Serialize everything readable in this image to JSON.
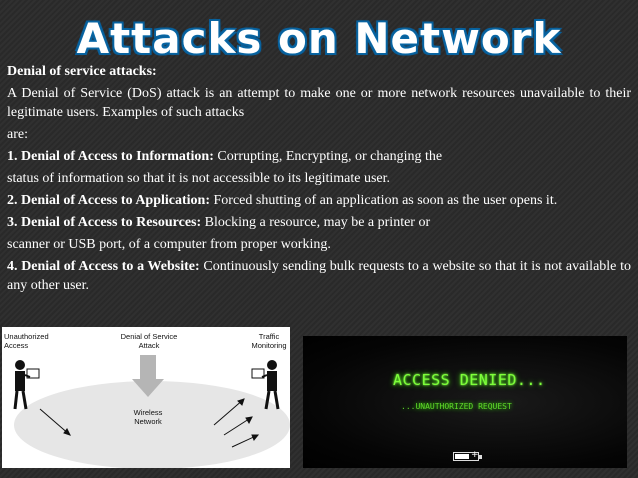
{
  "title": "Attacks on Network",
  "heading": "Denial of service attacks:",
  "intro_line1": "A Denial of Service (DoS) attack is an attempt to make one or more network resources unavailable to their legitimate users. Examples of such attacks",
  "intro_line2": "are:",
  "items": [
    {
      "label": "1. Denial of Access to Information:",
      "text": " Corrupting, Encrypting, or changing the",
      "continuation": "status of information so that it is not accessible to its legitimate user."
    },
    {
      "label": "2. Denial of Access to Application:",
      "text": " Forced shutting of an application as soon as the user opens it.",
      "continuation": ""
    },
    {
      "label": "3. Denial of Access to Resources:",
      "text": " Blocking a resource, may be a printer or",
      "continuation": "scanner or USB port, of a computer from proper working."
    },
    {
      "label": "4. Denial of Access to a Website:",
      "text": " Continuously sending bulk requests to a website so that it is not available to any other user.",
      "continuation": ""
    }
  ],
  "diagram": {
    "label_left": "Unauthorized Access",
    "label_center": "Denial of Service Attack",
    "label_right": "Traffic Monitoring",
    "label_network": "Wireless Network"
  },
  "denied_image": {
    "main_text": "ACCESS DENIED...",
    "sub_text": "...UNAUTHORIZED REQUEST"
  },
  "colors": {
    "background": "#2b2b2b",
    "title_outline": "#0a5d96",
    "denied_green": "#7dff3a"
  }
}
